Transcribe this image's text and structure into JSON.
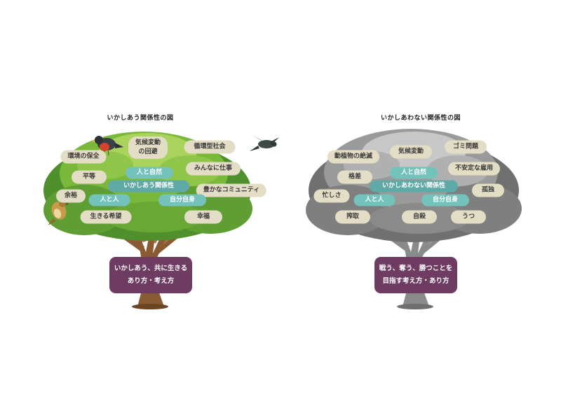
{
  "left": {
    "title": "いかしあう関係性の図",
    "core": "いかしあう関係性",
    "teal": [
      "人と自然",
      "人と人",
      "自分自身"
    ],
    "beige": [
      "環境の保全",
      "気候変動\nの回避",
      "循環型社会",
      "平等",
      "みんなに仕事",
      "余裕",
      "豊かなコミュニティ",
      "生きる希望",
      "幸福"
    ],
    "box": "いかしあう、共に生きる\nあり方・考え方"
  },
  "right": {
    "title": "いかしあわない関係性の図",
    "core": "いかしあわない関係性",
    "teal": [
      "人と自然",
      "人と人",
      "自分自身"
    ],
    "beige": [
      "動植物の絶滅",
      "気候変動",
      "ゴミ問題",
      "格差",
      "不安定な雇用",
      "忙しさ",
      "孤独",
      "搾取",
      "自殺",
      "うつ"
    ],
    "box": "戦う、奪う、勝つことを\n目指す考え方・あり方"
  },
  "colors": {
    "left_leaf_dark": "#4f8f2c",
    "left_leaf_mid": "#79b83a",
    "left_leaf_light": "#a9d35a",
    "left_trunk": "#8a5a32",
    "right_leaf_dark": "#707070",
    "right_leaf_mid": "#9a9a9a",
    "right_leaf_light": "#c7c7c7",
    "right_trunk": "#8a8a8a",
    "teal": "#74c2bc",
    "core_teal": "#5faaa6",
    "beige": "#e4ddc6",
    "box": "#6e3b62"
  },
  "icons": [
    "robin-bird-icon",
    "swallow-bird-icon",
    "sparrow-bird-icon"
  ]
}
